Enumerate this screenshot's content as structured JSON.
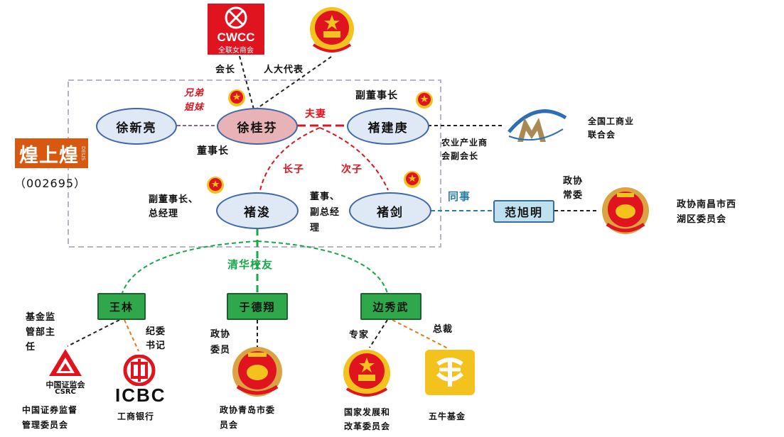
{
  "people": {
    "xu_xinliang": "徐新亮",
    "xu_guifen": "徐桂芬",
    "chu_jianqing": "褚建庚",
    "chu_jun": "褚浚",
    "chu_jian": "褚剑",
    "fan_xuming": "范旭明",
    "wang_lin": "王林",
    "yu_dexiang": "于德翔",
    "bian_xiuwu": "边秀武"
  },
  "relations": {
    "siblings": [
      "兄弟",
      "姐妹"
    ],
    "spouse": "夫妻",
    "eldest_son": "长子",
    "second_son": "次子",
    "colleague": "同事",
    "alumni": "清华校友"
  },
  "roles": {
    "president": "会长",
    "npc_deputy": "人大代表",
    "vice_chairman": "副董事长",
    "chairman": "董事长",
    "vice_chairman_gm": [
      "副董事长、",
      "总经理"
    ],
    "director_deputy_gm": [
      "董事、",
      "副总经",
      "理"
    ],
    "cppcc_standing": [
      "政协",
      "常委"
    ],
    "fund_director": [
      "基金监",
      "管部主",
      "任"
    ],
    "discipline_secretary": [
      "纪委",
      "书记"
    ],
    "cppcc_member": [
      "政协",
      "委员"
    ],
    "expert": "专家",
    "ceo": "总裁"
  },
  "organizations": {
    "acfic": [
      "全国工商业",
      "联合会"
    ],
    "agri_chamber": [
      "农业产业商",
      "会副会长"
    ],
    "cppcc_nanchang": [
      "政协南昌市西",
      "湖区委员会"
    ],
    "csrc": [
      "中国证券监督",
      "管理委员会"
    ],
    "icbc": "工商银行",
    "cppcc_qingdao": [
      "政协青岛市委",
      "员会"
    ],
    "ndrc": [
      "国家发展和",
      "改革委员会"
    ],
    "wuniu": "五牛基金"
  },
  "company": {
    "name": "煌上煌",
    "code": "（002695）",
    "brand_small": "DELIS"
  },
  "logos": {
    "cwcc_text": "CWCC",
    "cwcc_sub": "全联女商会",
    "csrc_cn": "中国证监会",
    "csrc_en": "CSRC",
    "icbc_en": "ICBC"
  },
  "colors": {
    "red": "#e0141e",
    "green": "#2ea84a",
    "blue_ellipse": "#dfe8f5",
    "pink_ellipse": "#e8b3b6",
    "teal": "#2a7fa6",
    "gold": "#f3c21d",
    "orange_line": "#e07a22"
  }
}
